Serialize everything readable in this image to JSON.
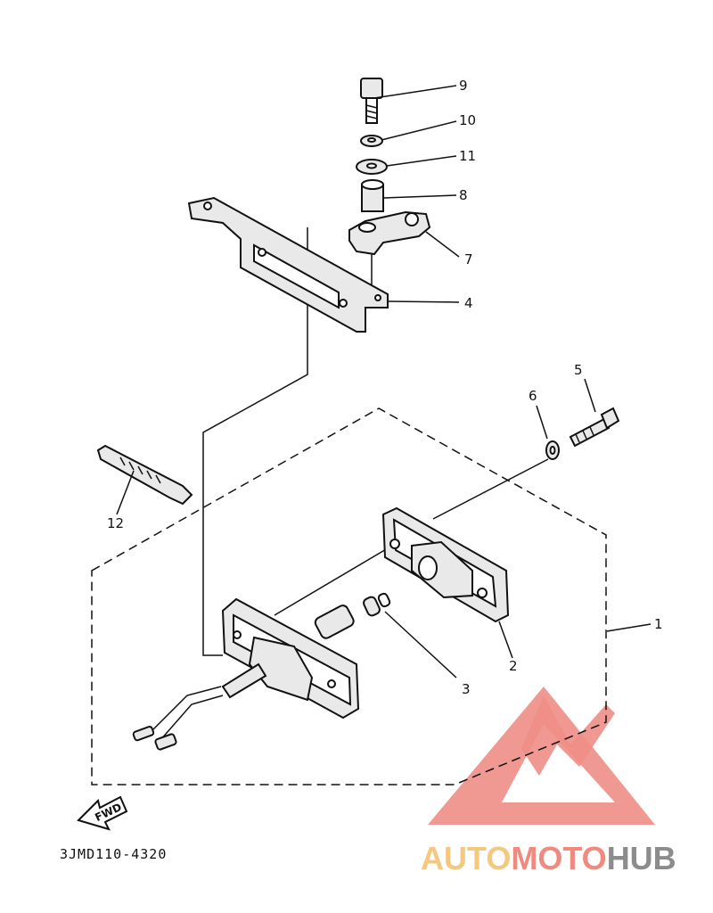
{
  "callouts": {
    "c1": "1",
    "c2": "2",
    "c3": "3",
    "c4": "4",
    "c5": "5",
    "c6": "6",
    "c7": "7",
    "c8": "8",
    "c9": "9",
    "c10": "10",
    "c11": "11",
    "c12": "12"
  },
  "fwd_label": "FWD",
  "diagram_code": "3JMD110-4320",
  "watermark": {
    "part1": "AUTO",
    "part2": "MOTO",
    "part3": "HUB",
    "colors": {
      "auto": "#f6c77f",
      "moto": "#f08a7e",
      "hub": "#8c8c8c",
      "logo": "#ee8e86"
    }
  }
}
